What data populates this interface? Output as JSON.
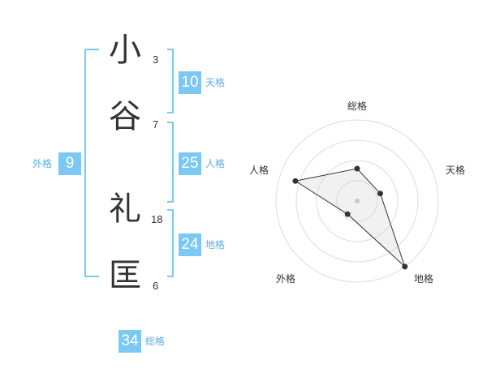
{
  "name": {
    "chars": [
      {
        "char": "小",
        "strokes": "3"
      },
      {
        "char": "谷",
        "strokes": "7"
      },
      {
        "char": "礼",
        "strokes": "18"
      },
      {
        "char": "匡",
        "strokes": "6"
      }
    ]
  },
  "scores": {
    "tenkaku": {
      "value": "10",
      "label": "天格"
    },
    "jinkaku": {
      "value": "25",
      "label": "人格"
    },
    "chikaku": {
      "value": "24",
      "label": "地格"
    },
    "gaikaku": {
      "value": "9",
      "label": "外格"
    },
    "soukaku": {
      "value": "34",
      "label": "総格"
    }
  },
  "colors": {
    "accent": "#7cc8f4",
    "accent_text": "#5aaee4",
    "ink": "#333333"
  },
  "chart_data": {
    "type": "radar",
    "axes": [
      "総格",
      "天格",
      "地格",
      "外格",
      "人格"
    ],
    "values": [
      0.4,
      0.3,
      1.0,
      0.2,
      0.8
    ],
    "range": [
      0,
      1
    ],
    "rings": 4
  }
}
